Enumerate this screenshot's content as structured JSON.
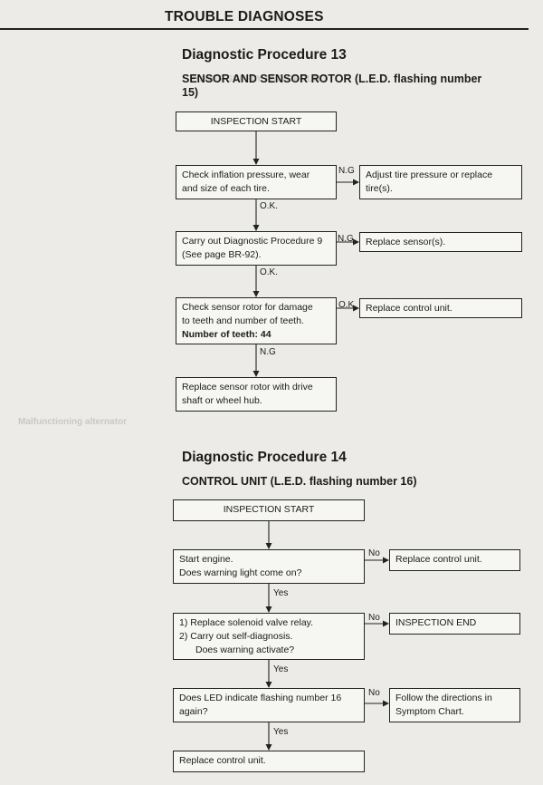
{
  "header": {
    "title": "TROUBLE DIAGNOSES"
  },
  "proc13": {
    "title": "Diagnostic Procedure 13",
    "subtitle_line1": "SENSOR AND SENSOR ROTOR (L.E.D. flashing number",
    "subtitle_line2": "15)",
    "start": "INSPECTION START",
    "step1_line1": "Check inflation pressure, wear",
    "step1_line2": "and size of each tire.",
    "step1_ng_label": "N.G",
    "step1_ng_action_line1": "Adjust tire pressure or replace",
    "step1_ng_action_line2": "tire(s).",
    "ok1": "O.K.",
    "step2_line1": "Carry out Diagnostic Procedure 9",
    "step2_line2": "(See page BR-92).",
    "step2_ng_label": "N.G.",
    "step2_ng_action": "Replace sensor(s).",
    "ok2": "O.K.",
    "step3_line1": "Check sensor rotor for damage",
    "step3_line2": "to teeth and number of teeth.",
    "step3_line3": "Number of teeth: 44",
    "step3_ok_label": "O.K",
    "step3_ok_action": "Replace control unit.",
    "ng3": "N.G",
    "step4_line1": "Replace sensor rotor with drive",
    "step4_line2": "shaft or wheel hub."
  },
  "proc14": {
    "title": "Diagnostic Procedure 14",
    "subtitle": "CONTROL UNIT (L.E.D. flashing number 16)",
    "start": "INSPECTION START",
    "step1_line1": "Start engine.",
    "step1_line2": "Does warning light come on?",
    "step1_no_label": "No",
    "step1_no_action": "Replace control unit.",
    "yes1": "Yes",
    "step2_line1": "1)  Replace solenoid valve relay.",
    "step2_line2": "2)  Carry out self-diagnosis.",
    "step2_line3": "Does warning activate?",
    "step2_no_label": "No",
    "step2_no_action": "INSPECTION END",
    "yes2": "Yes",
    "step3_line1": "Does LED indicate flashing number 16",
    "step3_line2": "again?",
    "step3_no_label": "No",
    "step3_no_action_line1": "Follow the directions in",
    "step3_no_action_line2": "Symptom Chart.",
    "yes3": "Yes",
    "final": "Replace control unit."
  },
  "colors": {
    "ink": "#1b1b1b",
    "paper": "#ecebe7",
    "box_fill": "#f6f6f3"
  }
}
